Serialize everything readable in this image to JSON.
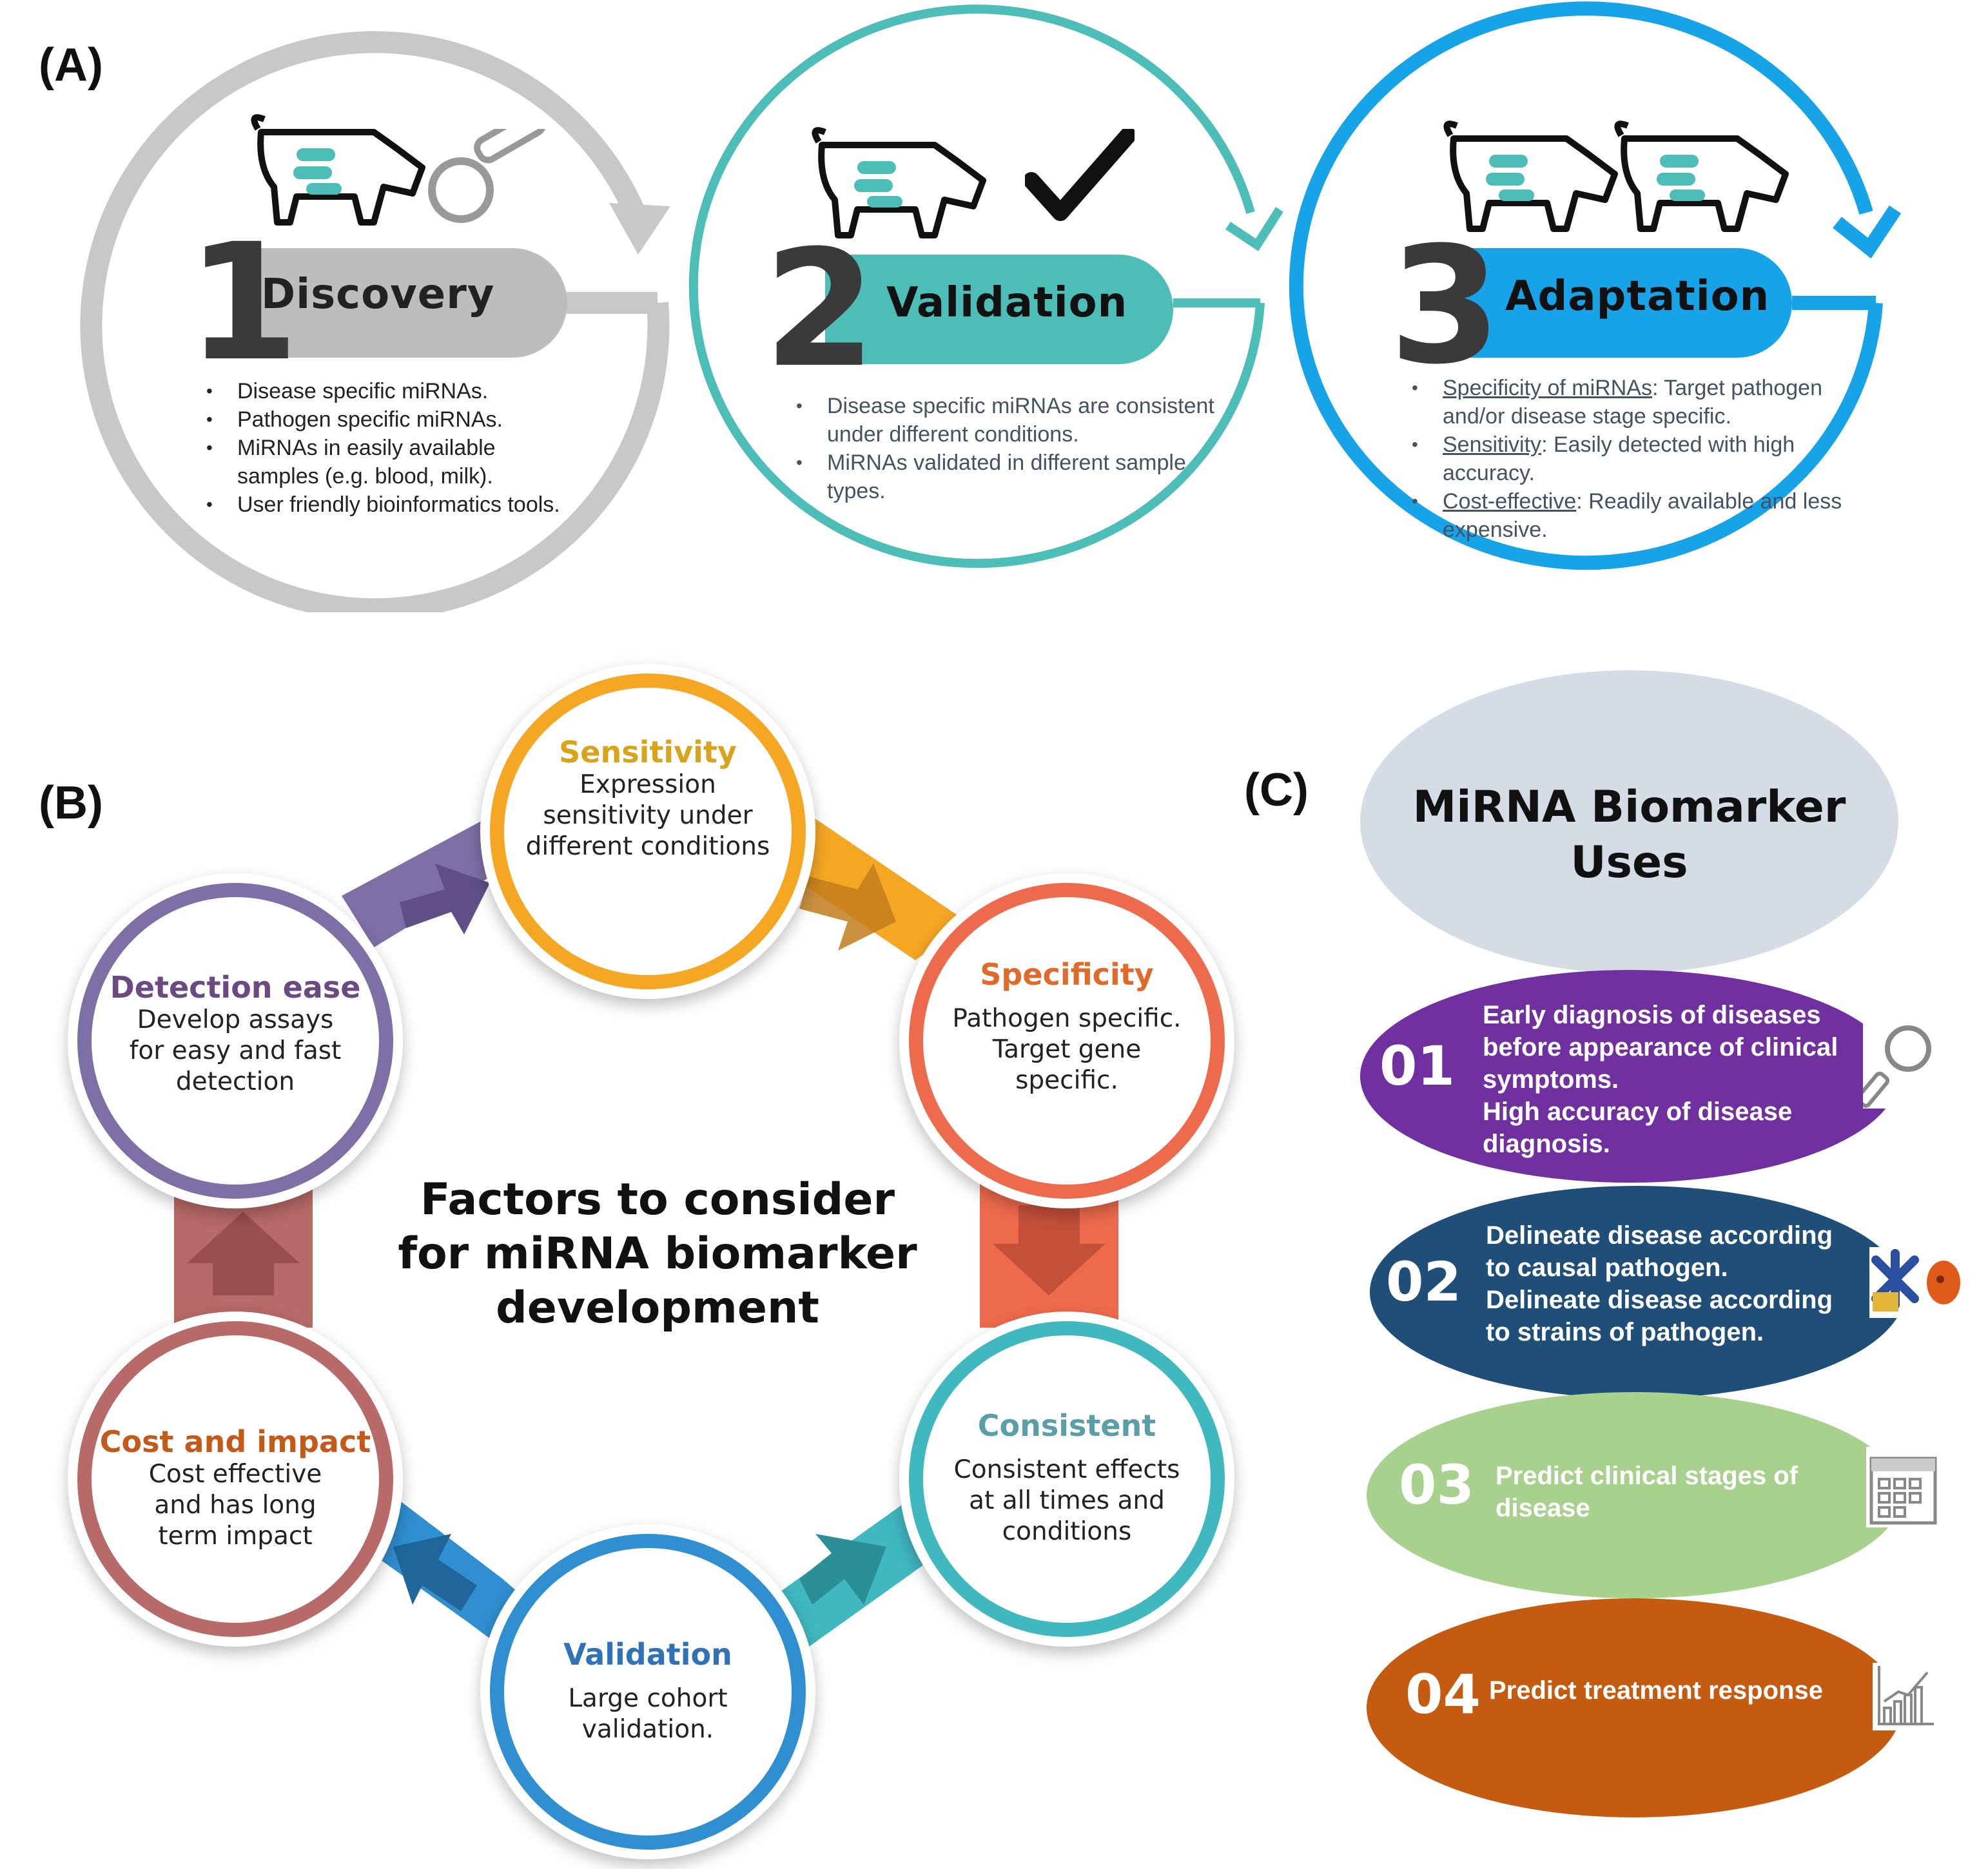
{
  "panel_a": {
    "label": "(A)",
    "steps": [
      {
        "number": "1",
        "title": "Discovery",
        "color": "#bdbdbd",
        "bullets": [
          "Disease specific miRNAs.",
          "Pathogen specific miRNAs.",
          "MiRNAs  in easily available samples (e.g. blood, milk).",
          "User friendly bioinformatics tools."
        ],
        "icons": [
          "pig-icon",
          "magnifier-icon"
        ]
      },
      {
        "number": "2",
        "title": "Validation",
        "color": "#4dbdb8",
        "bullets": [
          "Disease specific miRNAs  are consistent under different conditions.",
          "MiRNAs  validated in different sample types."
        ],
        "icons": [
          "pig-icon",
          "checkmark-icon"
        ]
      },
      {
        "number": "3",
        "title": "Adaptation",
        "color": "#16a3e8",
        "bullets": [
          {
            "label": "Specificity of miRNAs",
            "text": ":  Target pathogen and/or disease stage specific."
          },
          {
            "label": "Sensitivity",
            "text": ": Easily detected with high accuracy."
          },
          {
            "label": "Cost-effective",
            "text": ": Readily available and less expensive."
          }
        ],
        "icons": [
          "pig-icon",
          "pig-icon"
        ]
      }
    ]
  },
  "panel_b": {
    "label": "(B)",
    "center_title": [
      "Factors to consider",
      "for miRNA biomarker",
      "development"
    ],
    "nodes": [
      {
        "title": "Sensitivity",
        "desc": [
          "Expression",
          "sensitivity under",
          "different conditions"
        ],
        "color": "#f5a623",
        "title_color": "#d9a31c"
      },
      {
        "title": "Specificity",
        "desc": [
          "Pathogen specific.",
          "Target gene",
          "specific."
        ],
        "color": "#ee6a4c",
        "title_color": "#e06a2a"
      },
      {
        "title": "Consistent",
        "desc": [
          "Consistent effects",
          "at all times and",
          "conditions"
        ],
        "color": "#3fb8c0",
        "title_color": "#5a9ea8"
      },
      {
        "title": "Validation",
        "desc": [
          "Large cohort",
          "validation."
        ],
        "color": "#2f8fd0",
        "title_color": "#2f72b8"
      },
      {
        "title": "Cost and impact",
        "desc": [
          "Cost effective",
          "and has long",
          "term impact"
        ],
        "color": "#b86a68",
        "title_color": "#c45a1a"
      },
      {
        "title": "Detection ease",
        "desc": [
          "Develop assays",
          "for easy and fast",
          "detection"
        ],
        "color": "#7e6fa6",
        "title_color": "#6a4a80"
      }
    ]
  },
  "panel_c": {
    "label": "(C)",
    "header": [
      "MiRNA Biomarker",
      "Uses"
    ],
    "uses": [
      {
        "number": "01",
        "lines": [
          "Early diagnosis of diseases",
          "before appearance of clinical",
          "symptoms.",
          "High accuracy of disease",
          "diagnosis."
        ],
        "color": "#7030a0",
        "icon": "magnifier-icon"
      },
      {
        "number": "02",
        "lines": [
          "Delineate disease according",
          "to causal pathogen.",
          "Delineate disease according",
          "to strains of pathogen."
        ],
        "color": "#1f4e79",
        "icon": "pathogen-icon"
      },
      {
        "number": "03",
        "lines": [
          "Predict clinical stages of",
          "disease"
        ],
        "color": "#a9d18e",
        "icon": "calendar-icon"
      },
      {
        "number": "04",
        "lines": [
          "Predict treatment response"
        ],
        "color": "#c55a11",
        "icon": "bar-chart-icon"
      }
    ]
  }
}
